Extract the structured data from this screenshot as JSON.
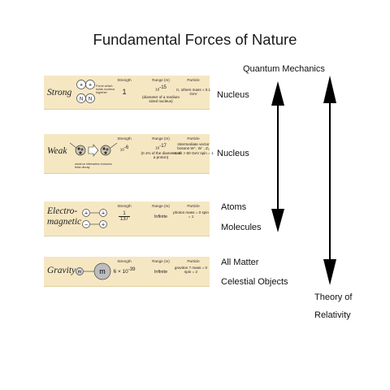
{
  "title": "Fundamental Forces of Nature",
  "axis_labels": {
    "quantum_mechanics": "Quantum Mechanics",
    "theory_of_relativity_line1": "Theory of",
    "theory_of_relativity_line2": "Relativity"
  },
  "column_headers": {
    "strength": "Strength",
    "range": "Range (m)",
    "particle": "Particle"
  },
  "forces": [
    {
      "name": "Strong",
      "note": "Force which holds nucleus together",
      "strength": "1",
      "range_base": "10",
      "range_exp": "-15",
      "range_note": "(diameter of a medium sized nucleus)",
      "particle": "π, others mass ≈ 0.1 GeV",
      "scale_label": "Nucleus"
    },
    {
      "name": "Weak",
      "note": "neutron interaction induces beta decay",
      "strength_base": "10",
      "strength_exp": "-6",
      "range_base": "10",
      "range_exp": "-17",
      "range_note": "(0.1% of the diameter of a proton)",
      "particle": "Intermediate vector bosons W⁺, W⁻, Z₀ mass > 80 GeV spin = 1",
      "scale_label": "Nucleus"
    },
    {
      "name_line1": "Electro-",
      "name_line2": "magnetic",
      "strength_num": "1",
      "strength_den": "137",
      "range": "Infinite",
      "particle": "photon mass = 0 spin = 1",
      "scale_label_1": "Atoms",
      "scale_label_2": "Molecules"
    },
    {
      "name": "Gravity",
      "strength_base": "6 × 10",
      "strength_exp": "-39",
      "range": "Infinite",
      "particle": "graviton ? mass = 0 spin = 2",
      "scale_label_1": "All Matter",
      "scale_label_2": "Celestial Objects",
      "mass_symbol": "m"
    }
  ],
  "colors": {
    "card": "#f6e7c3",
    "arrow": "#000000"
  }
}
